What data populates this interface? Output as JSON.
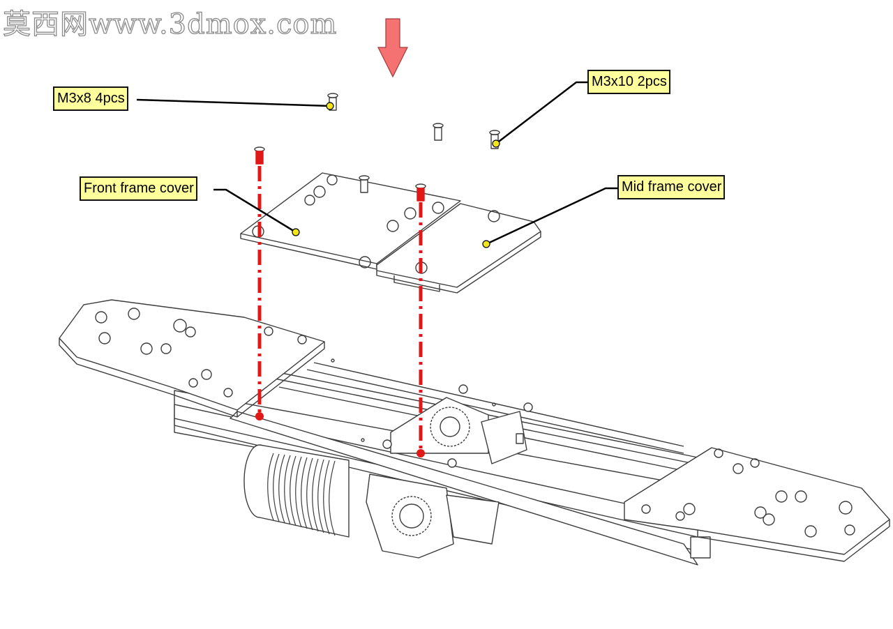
{
  "watermark": {
    "text": "莫西网www.3dmox.com"
  },
  "colors": {
    "callout_fill": "#ffff9c",
    "pointer_dot": "#f2e61a",
    "guide_line": "#e01818",
    "arrow_fill": "#f47272",
    "line_art": "#3c3c3c"
  },
  "callouts": [
    {
      "id": "m3x8",
      "text": "M3x8 4pcs"
    },
    {
      "id": "m3x10",
      "text": "M3x10 2pcs"
    },
    {
      "id": "front_cover",
      "text": "Front frame cover"
    },
    {
      "id": "mid_cover",
      "text": "Mid frame cover"
    }
  ],
  "icons": {
    "direction_arrow": "down-arrow-icon"
  }
}
